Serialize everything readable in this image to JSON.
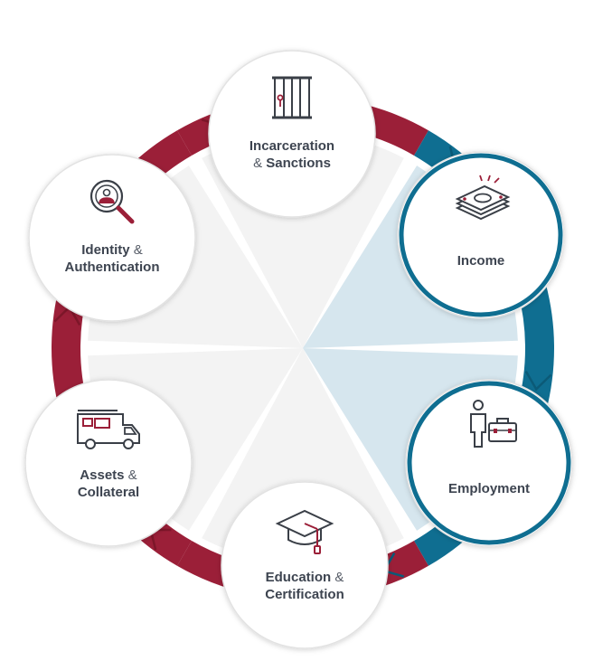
{
  "nodes": [
    {
      "id": "incarceration",
      "icon": "jail-bars-icon",
      "label_lines": [
        [
          {
            "text": "Incarceration",
            "bold": true
          }
        ],
        [
          {
            "text": "& ",
            "bold": false
          },
          {
            "text": "Sanctions",
            "bold": true
          }
        ]
      ],
      "highlight": false
    },
    {
      "id": "income",
      "icon": "money-stack-icon",
      "label_lines": [
        [
          {
            "text": "Income",
            "bold": true
          }
        ]
      ],
      "highlight": true
    },
    {
      "id": "employment",
      "icon": "worker-briefcase-icon",
      "label_lines": [
        [
          {
            "text": "Employment",
            "bold": true
          }
        ]
      ],
      "highlight": true
    },
    {
      "id": "education",
      "icon": "graduation-cap-icon",
      "label_lines": [
        [
          {
            "text": "Education",
            "bold": true
          },
          {
            "text": " &",
            "bold": false
          }
        ],
        [
          {
            "text": "Certification",
            "bold": true
          }
        ]
      ],
      "highlight": false
    },
    {
      "id": "assets",
      "icon": "rv-vehicle-icon",
      "label_lines": [
        [
          {
            "text": "Assets",
            "bold": true
          },
          {
            "text": " &",
            "bold": false
          }
        ],
        [
          {
            "text": "Collateral",
            "bold": true
          }
        ]
      ],
      "highlight": false
    },
    {
      "id": "identity",
      "icon": "magnifier-person-icon",
      "label_lines": [
        [
          {
            "text": "Identity",
            "bold": true
          },
          {
            "text": " &",
            "bold": false
          }
        ],
        [
          {
            "text": "Authentication",
            "bold": true
          }
        ]
      ],
      "highlight": false
    }
  ],
  "colors": {
    "ring_default": "#9b1f38",
    "ring_highlight": "#0f6e91",
    "wedge_default": "#f3f3f3",
    "wedge_highlight": "#d6e6ee",
    "circle_fill": "#ffffff",
    "circle_border": "#e2e2e2",
    "highlight_border": "#0f6e91",
    "icon_stroke": "#3a3f47",
    "icon_accent": "#9b1f38",
    "text": "#3d4450"
  }
}
